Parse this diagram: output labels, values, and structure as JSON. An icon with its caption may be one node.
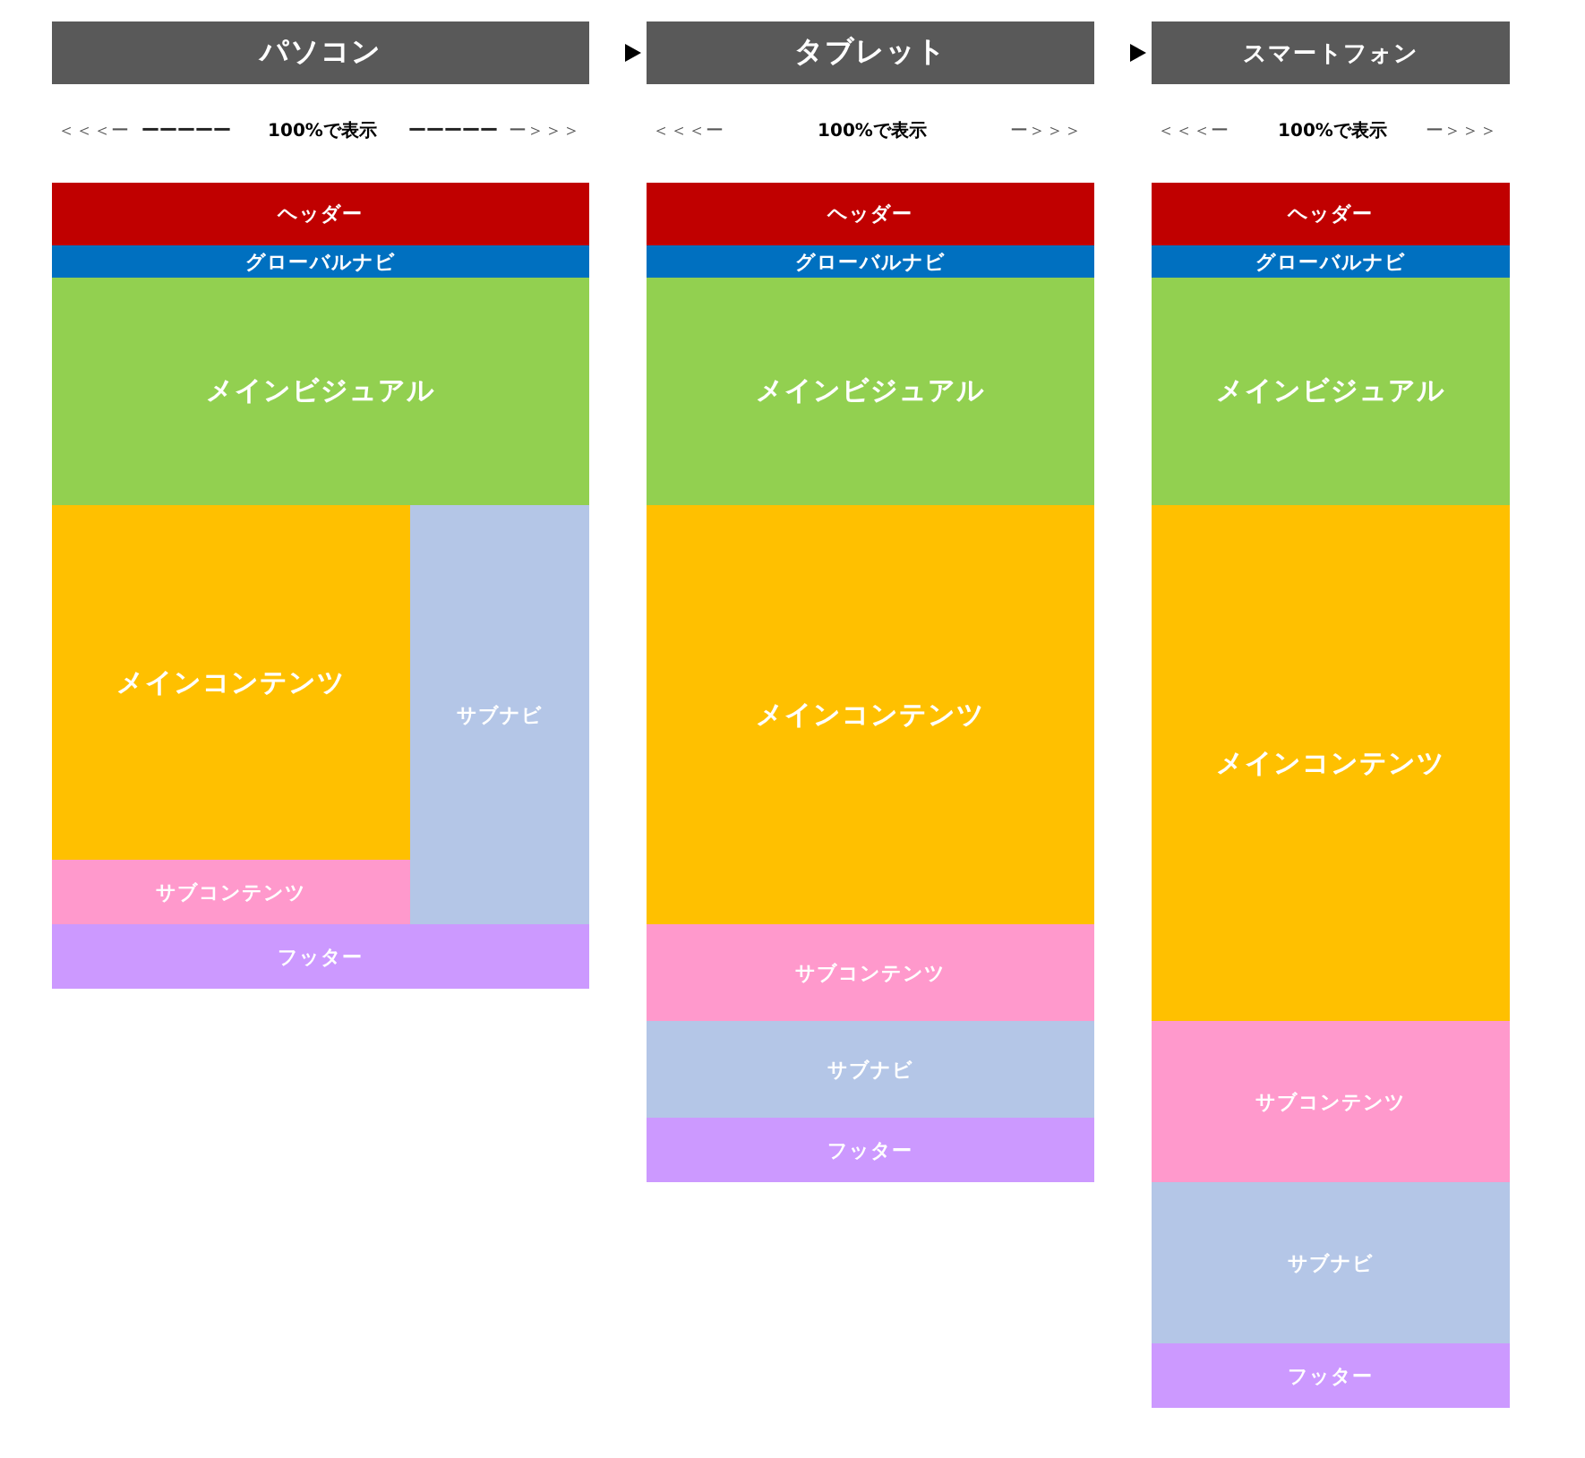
{
  "diagram": {
    "nodes": [
      {
        "text": [
          "パソコン"
        ]
      },
      {
        "text": [
          "タブレット"
        ]
      },
      {
        "text": [
          "スマートフォン"
        ]
      },
      {
        "text": [
          "ヘッダー"
        ]
      },
      {
        "text": [
          "グローバルナビ"
        ]
      },
      {
        "text": [
          "メインビジュアル"
        ]
      },
      {
        "text": [
          "メインコンテンツ"
        ]
      },
      {
        "text": [
          "サブナビ"
        ]
      },
      {
        "text": [
          "サブコンテンツ"
        ]
      },
      {
        "text": [
          "フッター"
        ]
      },
      {
        "text": [
          "ヘッダー"
        ]
      },
      {
        "text": [
          "グローバルナビ"
        ]
      },
      {
        "text": [
          "メインビジュアル"
        ]
      },
      {
        "text": [
          "メインコンテンツ"
        ]
      },
      {
        "text": [
          "サブコンテンツ"
        ]
      },
      {
        "text": [
          "サブナビ"
        ]
      },
      {
        "text": [
          "フッター"
        ]
      },
      {
        "text": [
          "ヘッダー"
        ]
      },
      {
        "text": [
          "グローバルナビ"
        ]
      },
      {
        "text": [
          "メインビジュアル"
        ]
      },
      {
        "text": [
          "メインコンテンツ"
        ]
      },
      {
        "text": [
          "サブコンテンツ"
        ]
      },
      {
        "text": [
          "サブナビ"
        ]
      },
      {
        "text": [
          "フッター"
        ]
      }
    ],
    "edges": [
      {
        "from": 0,
        "to": 1,
        "arrow": "to"
      },
      {
        "from": 1,
        "to": 2,
        "arrow": "to"
      }
    ],
    "labels": [
      "＜＜＜ー",
      "ーーーーー",
      "100%で表示",
      "ーーーーー",
      "ー＞＞＞",
      "＜＜＜ー",
      "100%で表示",
      "ー＞＞＞",
      "＜＜＜ー",
      "100%で表示",
      "ー＞＞＞"
    ]
  }
}
